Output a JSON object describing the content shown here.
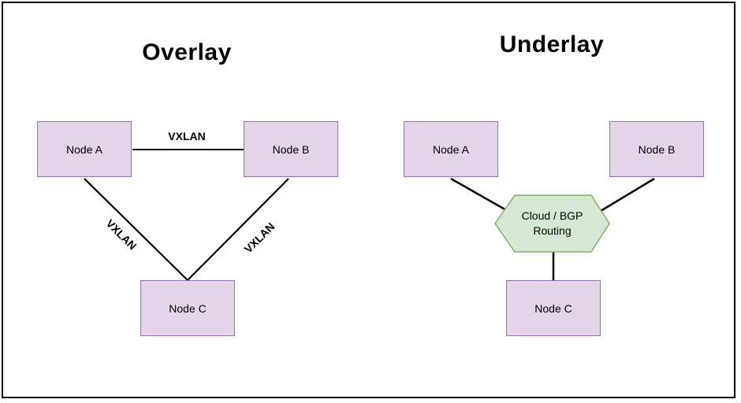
{
  "diagram": {
    "overlay": {
      "title": "Overlay",
      "node_a": "Node A",
      "node_b": "Node B",
      "node_c": "Node C",
      "link_ab_label": "VXLAN",
      "link_ac_label": "VXLAN",
      "link_bc_label": "VXLAN"
    },
    "underlay": {
      "title": "Underlay",
      "node_a": "Node A",
      "node_b": "Node B",
      "node_c": "Node C",
      "hub_label": "Cloud / BGP Routing"
    },
    "colors": {
      "node_fill": "#e1d5e7",
      "node_border": "#9673a6",
      "hub_fill": "#d5e8d4",
      "hub_border": "#82b366",
      "connector": "#000000",
      "frame_border": "#000000"
    }
  }
}
